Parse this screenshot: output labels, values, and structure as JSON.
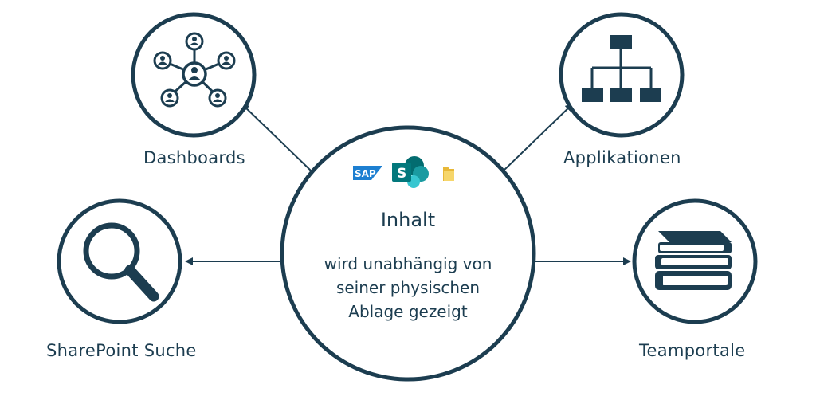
{
  "center": {
    "title": "Inhalt",
    "description": [
      "wird unabhängig von",
      "seiner physischen",
      "Ablage gezeigt"
    ],
    "logos": [
      "sap-logo",
      "sharepoint-logo",
      "folder-icon"
    ],
    "sap_text": "SAP",
    "sharepoint_letter": "S"
  },
  "nodes": {
    "dashboards": {
      "label": "Dashboards",
      "icon": "network-people-icon"
    },
    "applikationen": {
      "label": "Applikationen",
      "icon": "org-chart-icon"
    },
    "sharepoint_suche": {
      "label": "SharePoint Suche",
      "icon": "search-icon"
    },
    "teamportale": {
      "label": "Teamportale",
      "icon": "books-icon"
    }
  },
  "colors": {
    "primary": "#1c3d50",
    "sap_blue": "#1d7fd1",
    "sharepoint_teal": "#038387",
    "folder_yellow": "#f2c94c"
  }
}
